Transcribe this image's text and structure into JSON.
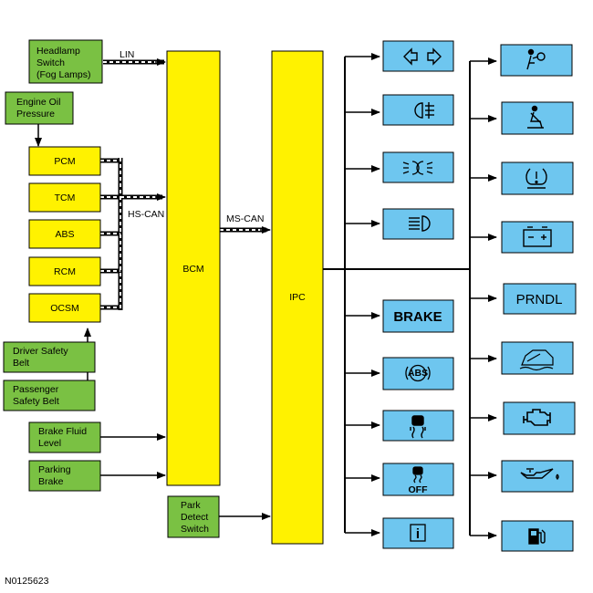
{
  "nodes": {
    "headlamp_switch": [
      "Headlamp",
      "Switch",
      "(Fog Lamps)"
    ],
    "engine_oil_pressure": [
      "Engine Oil",
      "Pressure"
    ],
    "pcm": [
      "PCM"
    ],
    "tcm": [
      "TCM"
    ],
    "abs": [
      "ABS"
    ],
    "rcm": [
      "RCM"
    ],
    "ocsm": [
      "OCSM"
    ],
    "driver_safety_belt": [
      "Driver Safety",
      "Belt"
    ],
    "passenger_safety_belt": [
      "Passenger",
      "Safety Belt"
    ],
    "brake_fluid_level": [
      "Brake Fluid",
      "Level"
    ],
    "parking_brake": [
      "Parking",
      "Brake"
    ],
    "park_detect_switch": [
      "Park",
      "Detect",
      "Switch"
    ],
    "bcm": [
      "BCM"
    ],
    "ipc": [
      "IPC"
    ]
  },
  "buses": {
    "lin": "LIN",
    "hs_can": "HS-CAN",
    "ms_can": "MS-CAN"
  },
  "indicators": {
    "brake_text": "BRAKE",
    "prndl_text": "PRNDL",
    "abs_text": "ABS",
    "off_text": "OFF",
    "info_text": "i",
    "left_column_icons": [
      "turn-signal-icon",
      "fog-lamp-icon",
      "parking-lamp-icon",
      "high-beam-icon",
      "brake-warning-icon",
      "abs-warning-icon",
      "traction-control-icon",
      "traction-control-off-icon",
      "info-icon"
    ],
    "right_column_icons": [
      "airbag-icon",
      "seat-belt-icon",
      "tire-pressure-icon",
      "battery-icon",
      "prndl-display",
      "low-fuel-icon",
      "check-engine-icon",
      "oil-pressure-icon",
      "fuel-icon"
    ]
  },
  "colors": {
    "green": "#7ac143",
    "yellow": "#fff200",
    "blue": "#6ec6ef"
  },
  "figure_ref": "N0125623"
}
